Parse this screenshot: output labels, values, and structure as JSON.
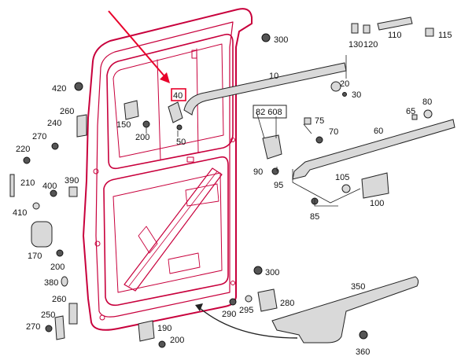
{
  "diagram": {
    "labels": {
      "p10": "10",
      "p20": "20",
      "p30": "30",
      "p40": "40",
      "p50": "50",
      "p60": "60",
      "p65": "65",
      "p70": "70",
      "p75": "75",
      "p80": "80",
      "p82_608": "82 608",
      "p85": "85",
      "p90": "90",
      "p95": "95",
      "p100": "100",
      "p105": "105",
      "p110": "110",
      "p115": "115",
      "p120": "120",
      "p130": "130",
      "p150": "150",
      "p170": "170",
      "p190": "190",
      "p200a": "200",
      "p200b": "200",
      "p200c": "200",
      "p210": "210",
      "p220": "220",
      "p240": "240",
      "p250": "250",
      "p260a": "260",
      "p260b": "260",
      "p270a": "270",
      "p270b": "270",
      "p280": "280",
      "p290": "290",
      "p295": "295",
      "p300a": "300",
      "p300b": "300",
      "p350": "350",
      "p360": "360",
      "p380": "380",
      "p390": "390",
      "p400": "400",
      "p410": "410",
      "p420": "420"
    },
    "colors": {
      "door_outline": "#c8003c",
      "door_fill": "#f7c9d3",
      "highlight": "#e8002a",
      "label": "#111111"
    },
    "highlighted_part": "40"
  }
}
